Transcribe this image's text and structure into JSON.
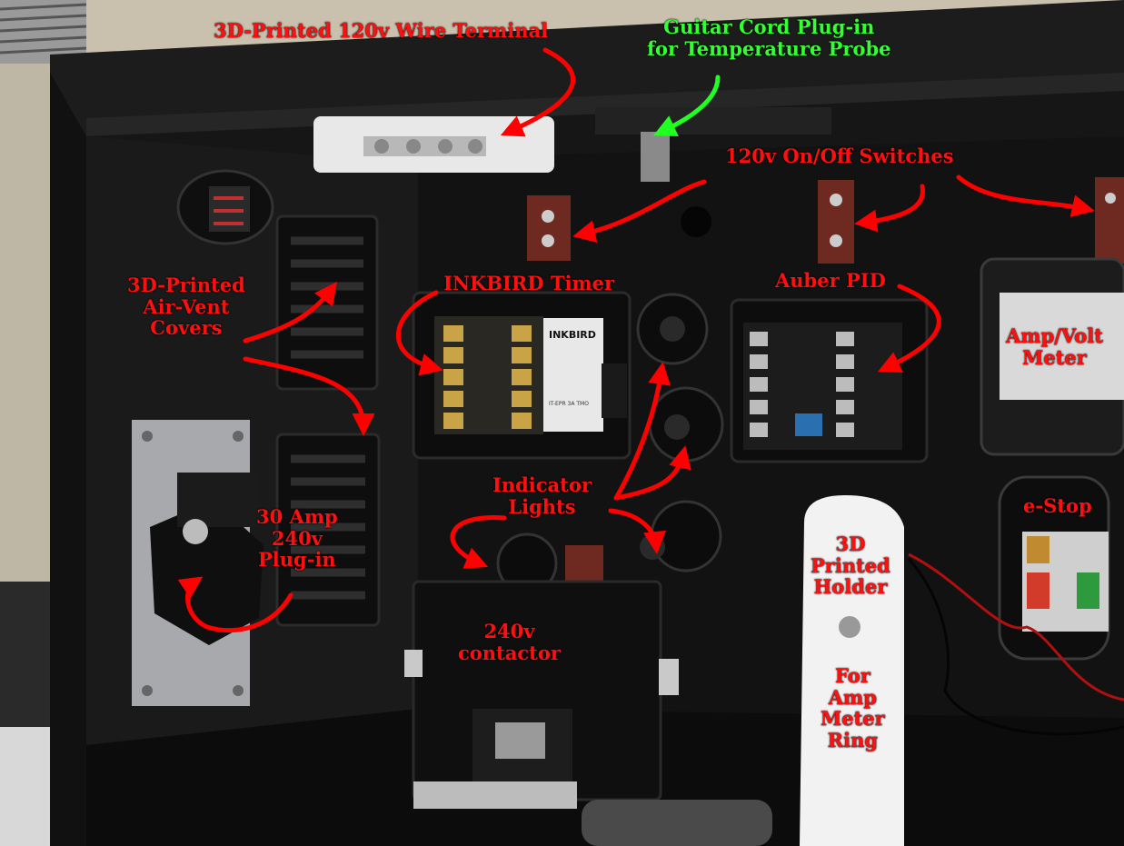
{
  "colors": {
    "label_red": "#ff1010",
    "label_green": "#33ff33",
    "arrow_red": "#ff0000",
    "arrow_green": "#22ff22",
    "panel": "#151515",
    "wall": "#c9c0ae"
  },
  "labels": {
    "wire_terminal": "3D-Printed  120v Wire Terminal",
    "guitar_cord": [
      "Guitar Cord Plug-in",
      "for Temperature Probe"
    ],
    "switches": "120v  On/Off  Switches",
    "air_vent": [
      "3D-Printed",
      "Air-Vent",
      "Covers"
    ],
    "inkbird": "INKBIRD Timer",
    "auber": "Auber PID",
    "amp_volt": [
      "Amp/Volt",
      "Meter"
    ],
    "indicator": [
      "Indicator",
      "Lights"
    ],
    "plug_30amp": [
      "30 Amp",
      "240v",
      "Plug-in"
    ],
    "contactor": [
      "240v",
      "contactor"
    ],
    "estop": "e-Stop",
    "holder": [
      "3D",
      "Printed",
      "Holder"
    ],
    "amp_ring": [
      "For",
      "Amp",
      "Meter",
      "Ring"
    ]
  },
  "device_text": {
    "inkbird_brand": "INKBIRD",
    "inkbird_model": "IT-EPR 3A TMO"
  }
}
